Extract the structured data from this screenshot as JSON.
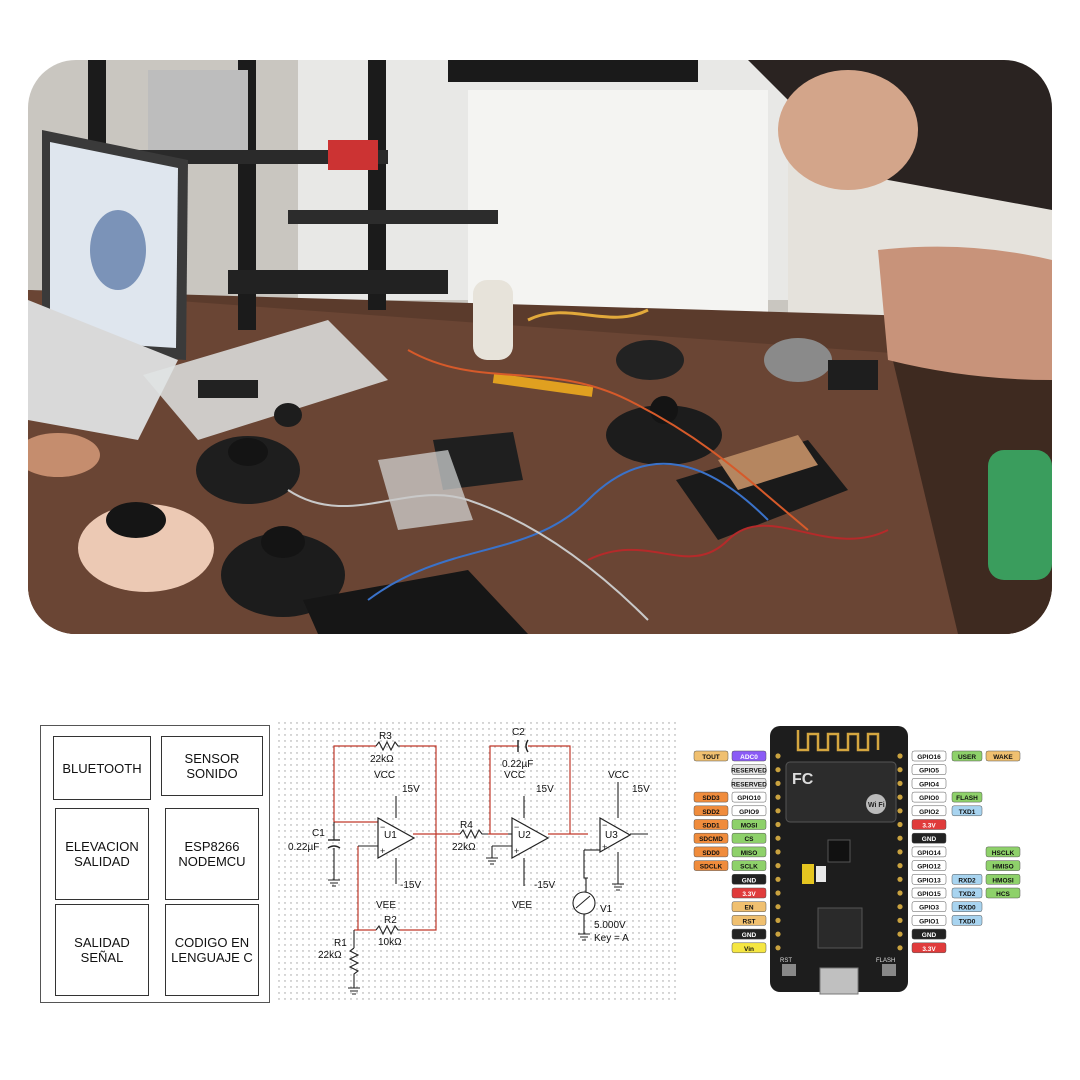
{
  "block_diagram": {
    "blocks": [
      "BLUETOOTH",
      "SENSOR\nSONIDO",
      "ELEVACION\nSALIDAD",
      "ESP8266\nNODEMCU",
      "SALIDAD\nSEÑAL",
      "CODIGO EN\nLENGUAJE C"
    ]
  },
  "schematic": {
    "r3": "R3",
    "r3_val": "22kΩ",
    "c2": "C2",
    "c2_val": "0.22µF",
    "c1": "C1",
    "c1_val": "0.22µF",
    "r4": "R4",
    "r4_val": "22kΩ",
    "r2": "R2",
    "r2_val": "10kΩ",
    "r1": "R1",
    "r1_val": "22kΩ",
    "u1": "U1",
    "u2": "U2",
    "u3": "U3",
    "vcc": "VCC",
    "vee": "VEE",
    "pos15": "15V",
    "neg15": "-15V",
    "v1": "V1",
    "v1_val": "5.000V",
    "key": "Key = A"
  },
  "pinout": {
    "left_pins": [
      {
        "func": "TOUT",
        "func_color": "#f0c070",
        "pin": "ADC0",
        "pin_color": "#8b5cf6"
      },
      {
        "func": "",
        "func_color": "",
        "pin": "RESERVED",
        "pin_color": "#e5e5e5"
      },
      {
        "func": "",
        "func_color": "",
        "pin": "RESERVED",
        "pin_color": "#e5e5e5"
      },
      {
        "func": "SDD3",
        "func_color": "#f08c3c",
        "pin": "GPIO10",
        "pin_color": "#ffffff"
      },
      {
        "func": "SDD2",
        "func_color": "#f08c3c",
        "pin": "GPIO9",
        "pin_color": "#ffffff"
      },
      {
        "func": "SDD1",
        "func_color": "#f08c3c",
        "pin": "MOSI",
        "pin_color": "#8ed16a"
      },
      {
        "func": "SDCMD",
        "func_color": "#f08c3c",
        "pin": "CS",
        "pin_color": "#8ed16a"
      },
      {
        "func": "SDD0",
        "func_color": "#f08c3c",
        "pin": "MISO",
        "pin_color": "#8ed16a"
      },
      {
        "func": "SDCLK",
        "func_color": "#f08c3c",
        "pin": "SCLK",
        "pin_color": "#8ed16a"
      },
      {
        "func": "",
        "func_color": "",
        "pin": "GND",
        "pin_color": "#222222"
      },
      {
        "func": "",
        "func_color": "",
        "pin": "3.3V",
        "pin_color": "#e03b3b"
      },
      {
        "func": "",
        "func_color": "",
        "pin": "EN",
        "pin_color": "#f0c070"
      },
      {
        "func": "",
        "func_color": "",
        "pin": "RST",
        "pin_color": "#f0c070"
      },
      {
        "func": "",
        "func_color": "",
        "pin": "GND",
        "pin_color": "#222222"
      },
      {
        "func": "",
        "func_color": "",
        "pin": "Vin",
        "pin_color": "#f5e642"
      }
    ],
    "right_pins": [
      {
        "pin": "GPIO16",
        "pin_color": "#ffffff",
        "f1": "USER",
        "f1_color": "#8ed16a",
        "f2": "WAKE",
        "f2_color": "#f0c070"
      },
      {
        "pin": "GPIO5",
        "pin_color": "#ffffff",
        "f1": "",
        "f1_color": "",
        "f2": "",
        "f2_color": ""
      },
      {
        "pin": "GPIO4",
        "pin_color": "#ffffff",
        "f1": "",
        "f1_color": "",
        "f2": "",
        "f2_color": ""
      },
      {
        "pin": "GPIO0",
        "pin_color": "#ffffff",
        "f1": "FLASH",
        "f1_color": "#8ed16a",
        "f2": "",
        "f2_color": ""
      },
      {
        "pin": "GPIO2",
        "pin_color": "#ffffff",
        "f1": "TXD1",
        "f1_color": "#a8d4f0",
        "f2": "",
        "f2_color": ""
      },
      {
        "pin": "3.3V",
        "pin_color": "#e03b3b",
        "f1": "",
        "f1_color": "",
        "f2": "",
        "f2_color": ""
      },
      {
        "pin": "GND",
        "pin_color": "#222222",
        "f1": "",
        "f1_color": "",
        "f2": "",
        "f2_color": ""
      },
      {
        "pin": "GPIO14",
        "pin_color": "#ffffff",
        "f1": "",
        "f1_color": "",
        "f2": "HSCLK",
        "f2_color": "#8ed16a"
      },
      {
        "pin": "GPIO12",
        "pin_color": "#ffffff",
        "f1": "",
        "f1_color": "",
        "f2": "HMISO",
        "f2_color": "#8ed16a"
      },
      {
        "pin": "GPIO13",
        "pin_color": "#ffffff",
        "f1": "RXD2",
        "f1_color": "#a8d4f0",
        "f2": "HMOSI",
        "f2_color": "#8ed16a"
      },
      {
        "pin": "GPIO15",
        "pin_color": "#ffffff",
        "f1": "TXD2",
        "f1_color": "#a8d4f0",
        "f2": "HCS",
        "f2_color": "#8ed16a"
      },
      {
        "pin": "GPIO3",
        "pin_color": "#ffffff",
        "f1": "RXD0",
        "f1_color": "#a8d4f0",
        "f2": "",
        "f2_color": ""
      },
      {
        "pin": "GPIO1",
        "pin_color": "#ffffff",
        "f1": "TXD0",
        "f1_color": "#a8d4f0",
        "f2": "",
        "f2_color": ""
      },
      {
        "pin": "GND",
        "pin_color": "#222222",
        "f1": "",
        "f1_color": "",
        "f2": "",
        "f2_color": ""
      },
      {
        "pin": "3.3V",
        "pin_color": "#e03b3b",
        "f1": "",
        "f1_color": "",
        "f2": "",
        "f2_color": ""
      }
    ],
    "board_labels": {
      "rst": "RST",
      "flash": "FLASH",
      "wifi": "Wi Fi"
    }
  }
}
